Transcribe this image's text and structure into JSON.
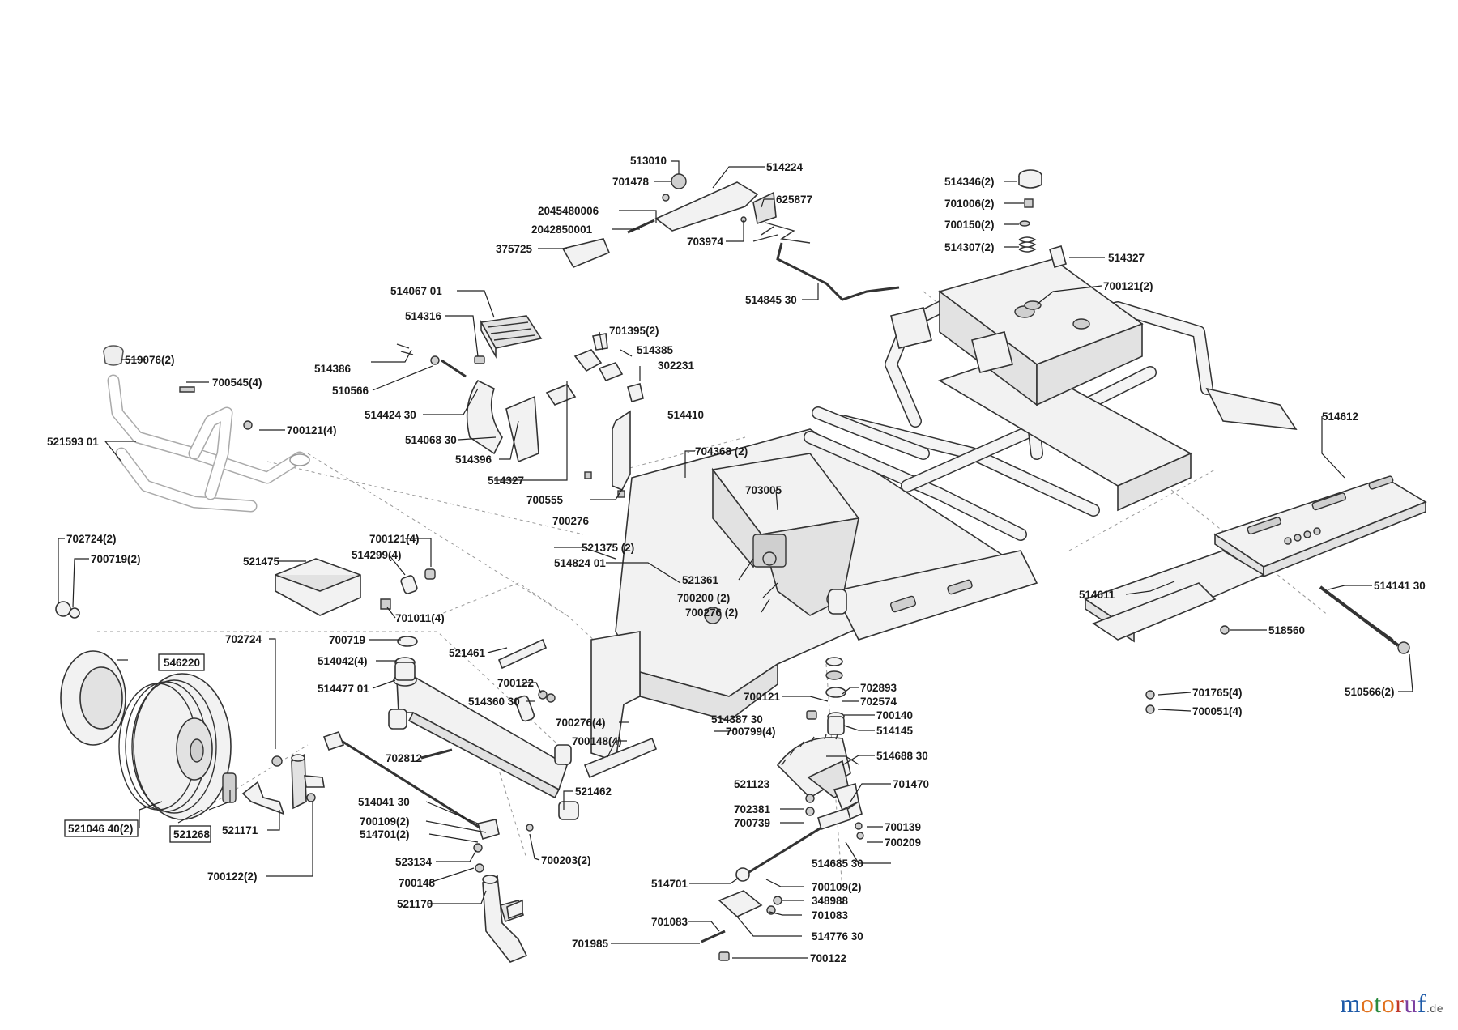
{
  "labels": {
    "l513010": "513010",
    "l701478": "701478",
    "l514224": "514224",
    "l625877": "625877",
    "l2045480006": "2045480006",
    "l2042850001": "2042850001",
    "l375725": "375725",
    "l703974": "703974",
    "l514845_30": "514845 30",
    "l514346": "514346(2)",
    "l701006": "701006(2)",
    "l700150": "700150(2)",
    "l514307": "514307(2)",
    "l514327a": "514327",
    "l700121a": "700121(2)",
    "l514067_01": "514067 01",
    "l514316": "514316",
    "l514386": "514386",
    "l510566": "510566",
    "l514424_30": "514424 30",
    "l514068_30": "514068 30",
    "l514396": "514396",
    "l514327b": "514327",
    "l701395": "701395(2)",
    "l514385": "514385",
    "l302231": "302231",
    "l514410": "514410",
    "l700555": "700555",
    "l700276a": "700276",
    "l519076": "519076(2)",
    "l700545": "700545(4)",
    "l700121b": "700121(4)",
    "l521593_01": "521593 01",
    "l704368": "704368 (2)",
    "l703005": "703005",
    "l514612": "514612",
    "l521375": "521375 (2)",
    "l514824_01": "514824 01",
    "l521361": "521361",
    "l700200": "700200 (2)",
    "l700276b": "700276 (2)",
    "l700121c": "700121(4)",
    "l514299": "514299(4)",
    "l521475": "521475",
    "l701011": "701011(4)",
    "l702724b": "702724(2)",
    "l700719b": "700719(2)",
    "l514611": "514611",
    "l514141_30": "514141 30",
    "l518560": "518560",
    "l510566b": "510566(2)",
    "l701765": "701765(4)",
    "l700051": "700051(4)",
    "l702724": "702724",
    "l700719": "700719",
    "l546220": "546220",
    "l514042": "514042(4)",
    "l514477_01": "514477 01",
    "l521461": "521461",
    "l700122a": "700122",
    "l514360_30": "514360 30",
    "l700276c": "700276(4)",
    "l700148a": "700148(4)",
    "l521462": "521462",
    "l700121d": "700121",
    "l514387_30": "514387 30",
    "l702893": "702893",
    "l702574": "702574",
    "l700140": "700140",
    "l514145": "514145",
    "l700799": "700799(4)",
    "l514688_30": "514688 30",
    "l702812": "702812",
    "l521123": "521123",
    "l701470": "701470",
    "l702381": "702381",
    "l700739": "700739",
    "l700139": "700139",
    "l700209": "700209",
    "l521046": "521046 40(2)",
    "l521268": "521268",
    "l521171": "521171",
    "l700122b": "700122(2)",
    "l514041_30": "514041 30",
    "l700109a": "700109(2)",
    "l514701a": "514701(2)",
    "l523134": "523134",
    "l700203": "700203(2)",
    "l700148b": "700148",
    "l521170": "521170",
    "l514685_30": "514685 30",
    "l514701b": "514701",
    "l700109b": "700109(2)",
    "l348988": "348988",
    "l701083a": "701083",
    "l701083b": "701083",
    "l514776_30": "514776 30",
    "l701985": "701985",
    "l700122c": "700122"
  },
  "logo": {
    "m": "m",
    "o1": "o",
    "t": "t",
    "o2": "o",
    "r": "r",
    "u": "u",
    "f": "f",
    "de": ".de"
  },
  "colors": {
    "logo_blue": "#1e5aa8",
    "logo_orange": "#e0711c",
    "logo_green": "#2b8a3e",
    "logo_red": "#c0392b",
    "logo_purple": "#7b3fa0"
  }
}
